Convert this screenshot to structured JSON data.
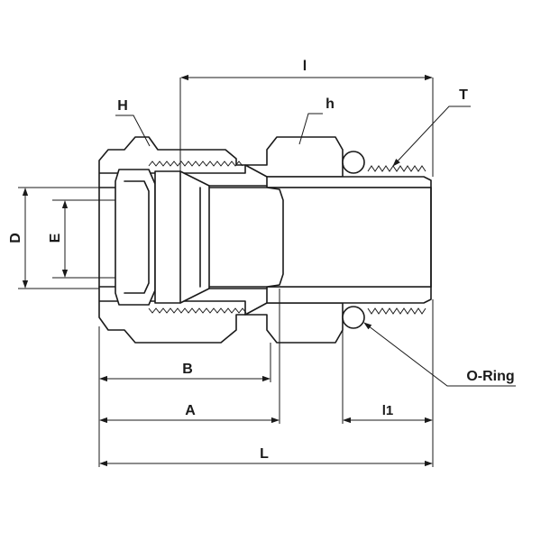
{
  "labels": {
    "l": "l",
    "H": "H",
    "h": "h",
    "T": "T",
    "D": "D",
    "E": "E",
    "B": "B",
    "A": "A",
    "l1": "l1",
    "L": "L",
    "o_ring": "O-Ring"
  },
  "colors": {
    "line": "#1a1a1a",
    "background": "#ffffff"
  }
}
